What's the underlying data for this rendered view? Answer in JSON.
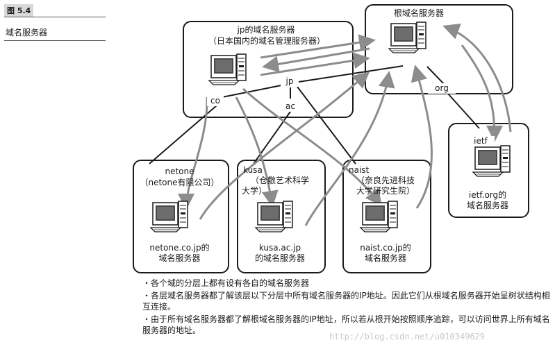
{
  "figure": {
    "tag": "图 5.4",
    "caption": "域名服务器"
  },
  "root_server": {
    "title": "根域名服务器",
    "org_label": "org"
  },
  "jp_server": {
    "title": "jp的域名服务器",
    "subtitle": "（日本国内的域名管理服务器）",
    "node_jp": "jp",
    "node_co": "co",
    "node_ac": "ac"
  },
  "netone": {
    "name": "netone",
    "desc": "（netone有限公司）",
    "cap1": "netone.co.jp的",
    "cap2": "域名服务器"
  },
  "kusa": {
    "name": "kusa",
    "desc1": "（仓敷艺术科学",
    "desc2": "大学）",
    "cap1": "kusa.ac.jp",
    "cap2": "的域名服务器"
  },
  "naist": {
    "name": "naist",
    "desc1": "（奈良先进科技",
    "desc2": "大学研究生院）",
    "cap1": "naist.co.jp的",
    "cap2": "域名服务器"
  },
  "ietf": {
    "name": "ietf",
    "cap1": "ietf.org的",
    "cap2": "域名服务器"
  },
  "notes": [
    "・各个域的分层上都有设有各自的域名服务器",
    "・各层域名服务器都了解该层以下分层中所有域名服务器的IP地址。因此它们从根域名服务器开始呈树状结构相互连接。",
    "・由于所有域名服务器都了解根域名服务器的IP地址，所以若从根开始按照顺序追踪，可以访问世界上所有域名服务器的地址。"
  ],
  "watermark": "http://blog.csdn.net/u010349629"
}
